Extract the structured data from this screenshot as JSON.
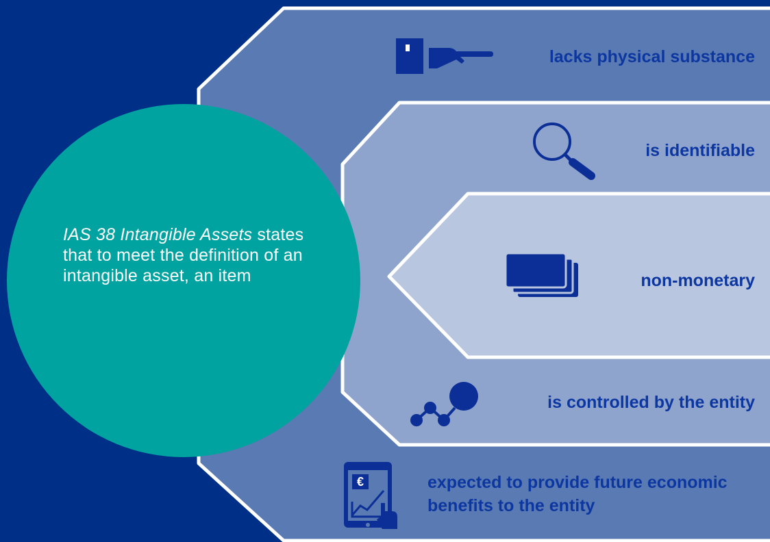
{
  "colors": {
    "background": "#002f87",
    "band_1": "#5a7ab3",
    "band_2": "#8fa4cd",
    "band_3": "#b9c6e0",
    "circle": "#00a3a0",
    "label_text": "#0d37a0",
    "icon": "#0b2f96"
  },
  "intro": {
    "standard": "IAS 38 Intangible Assets",
    "text": "states that to meet the definition of an intangible asset, an item"
  },
  "criteria": [
    {
      "label": "lacks physical substance",
      "icon": "hand-holding-cube-icon"
    },
    {
      "label": "is identifiable",
      "icon": "magnifying-glass-icon"
    },
    {
      "label": "non-monetary",
      "icon": "stacked-cards-icon"
    },
    {
      "label": "is controlled by the entity",
      "icon": "connected-nodes-icon"
    },
    {
      "label": "expected to provide future economic benefits to the entity",
      "icon": "tablet-euro-chart-icon"
    }
  ]
}
